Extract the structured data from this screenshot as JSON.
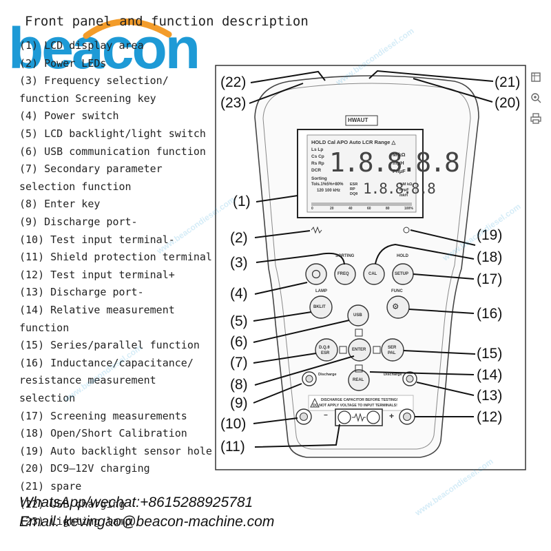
{
  "title": "Front panel and function description",
  "logo": "beacon",
  "descriptions": [
    "(1) LCD display area",
    "(2) Power LEDs",
    "(3) Frequency selection/",
    "    function Screening key",
    "(4) Power switch",
    "(5) LCD backlight/light switch",
    "(6) USB communication function",
    "(7) Secondary parameter",
    "    selection function",
    "(8) Enter key",
    "(9) Discharge port-",
    "(10) Test input terminal-",
    "(11) Shield protection terminal",
    "(12) Test input terminal+",
    "(13) Discharge port-",
    "(14) Relative measurement",
    "     function",
    "(15) Series/parallel function",
    "(16) Inductance/capacitance/",
    "     resistance measurement",
    "     selection",
    "(17) Screening measurements",
    "(18) Open/Short Calibration",
    "(19) Auto backlight sensor hole",
    "(20) DC9—12V charging",
    "(21) spare",
    "(22) USB charging",
    "(23) Lighting lamp"
  ],
  "contact": {
    "whatsapp": "WhatsApp/wechat:+8615288925781",
    "email": "Email: kevingao@beacon-machine.com"
  },
  "device": {
    "brand": "HWAUT",
    "lcd_top": "HOLD Cal APO Auto LCR Range △",
    "lcd_left": [
      "Ls Lp",
      "Cs Cp",
      "Rs Rp",
      "DCR"
    ],
    "lcd_main_digits": "1.8.8.8.8",
    "lcd_main_units": [
      "M kΩ",
      "mμH",
      "PnμF"
    ],
    "lcd_sorting": "Sorting",
    "lcd_tol": "Tols.1%5%+80%",
    "lcd_freq": "120 100 kHz",
    "lcd_sub_labels": [
      "ESR",
      "RP",
      "DQθ"
    ],
    "lcd_sub_digits": "1.8.8.8.8",
    "lcd_sub_units": [
      "%M kΩ",
      "PnμF",
      "mkH"
    ],
    "lcd_scale": [
      "0",
      "20",
      "40",
      "60",
      "80",
      "100%"
    ],
    "warning_line1": "DISCHARGE CAPACITOR BEFORE TESTING!",
    "warning_line2": "DO NOT APPLY VOLTAGE TO INPUT TERMINALS!",
    "buttons": {
      "freq": "FREQ",
      "cal": "CAL",
      "setup": "SETUP",
      "light": "BKLIT",
      "usb": "USB",
      "func_icon": "gear-icon",
      "dq": "D.Q.θ\nESR",
      "dq_l1": "D.Q.θ",
      "dq_l2": "ESR",
      "enter": "ENTER",
      "ser_l1": "SER",
      "ser_l2": "PAL",
      "rel": "REAL"
    },
    "labels": {
      "sorting": "SORTING",
      "hold": "HOLD",
      "lamp": "LAMP",
      "func": "FUNC",
      "discharge_left": "Discharge",
      "discharge_right": "Discharge",
      "minus": "−",
      "plus": "+"
    }
  },
  "callouts": {
    "c1": "(1)",
    "c2": "(2)",
    "c3": "(3)",
    "c4": "(4)",
    "c5": "(5)",
    "c6": "(6)",
    "c7": "(7)",
    "c8": "(8)",
    "c9": "(9)",
    "c10": "(10)",
    "c11": "(11)",
    "c12": "(12)",
    "c13": "(13)",
    "c14": "(14)",
    "c15": "(15)",
    "c16": "(16)",
    "c17": "(17)",
    "c18": "(18)",
    "c19": "(19)",
    "c20": "(20)",
    "c21": "(21)",
    "c22": "(22)",
    "c23": "(23)"
  },
  "watermark": "www.beacondiesel.com",
  "toolbar": [
    "crop-icon",
    "zoom-icon",
    "print-icon"
  ]
}
